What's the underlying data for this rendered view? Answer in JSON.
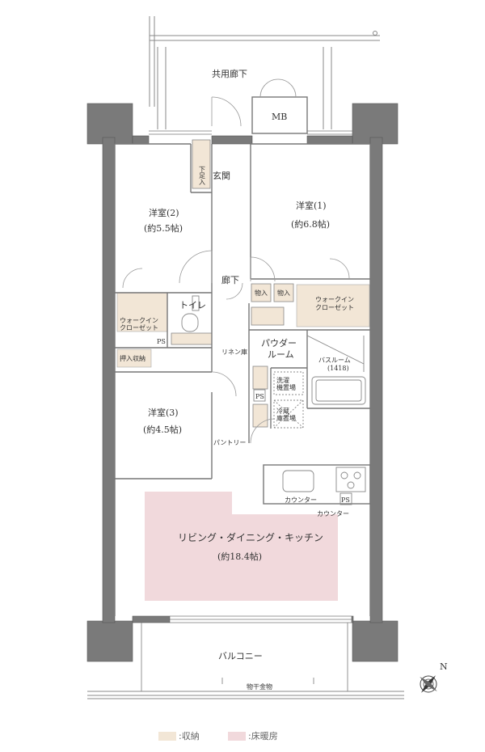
{
  "colors": {
    "wall": "#7a7a7a",
    "wall_edge": "#555555",
    "line": "#888888",
    "storage": "#f2e6d6",
    "floor_heating": "#f1d9dc",
    "text": "#333333"
  },
  "labels": {
    "common_corridor": "共用廊下",
    "mb": "MB",
    "shoe_box": "下足入",
    "entrance": "玄関",
    "room2": "洋室(2)",
    "room2_size": "(約5.5帖)",
    "room1": "洋室(1)",
    "room1_size": "(約6.8帖)",
    "hall": "廊下",
    "storage_a": "物入",
    "storage_b": "物入",
    "wic_left_1": "ウォークイン",
    "wic_left_2": "クローゼット",
    "wic_right_1": "ウォークイン",
    "wic_right_2": "クローゼット",
    "toilet": "トイレ",
    "ps_toilet": "PS",
    "oshiire": "押入収納",
    "linen": "リネン庫",
    "powder_1": "パウダー",
    "powder_2": "ルーム",
    "bath_1": "バスルーム",
    "bath_2": "(1418)",
    "washer_1": "洗濯",
    "washer_2": "機置場",
    "ps_center": "PS",
    "fridge_1": "冷蔵",
    "fridge_2": "庫置場",
    "room3": "洋室(3)",
    "room3_size": "(約4.5帖)",
    "pantry": "パントリー",
    "counter_1": "カウンター",
    "ps_kitchen": "PS",
    "counter_2": "カウンター",
    "ldk": "リビング・ダイニング・キッチン",
    "ldk_size": "(約18.4帖)",
    "balcony": "バルコニー",
    "clothes_hanger": "物干金物",
    "north": "N"
  },
  "legend": {
    "storage_label": ":収納",
    "heating_label": ":床暖房"
  }
}
